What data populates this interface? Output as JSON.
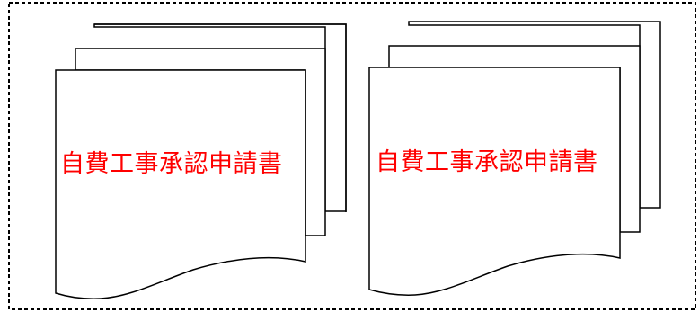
{
  "documents": [
    {
      "label": "自費工事承認申請書",
      "copies": 3
    },
    {
      "label": "自費工事承認申請書",
      "copies": 3
    }
  ],
  "style": {
    "label_color": "#ff0000",
    "border_color": "#000000",
    "frame_style": "dashed"
  }
}
